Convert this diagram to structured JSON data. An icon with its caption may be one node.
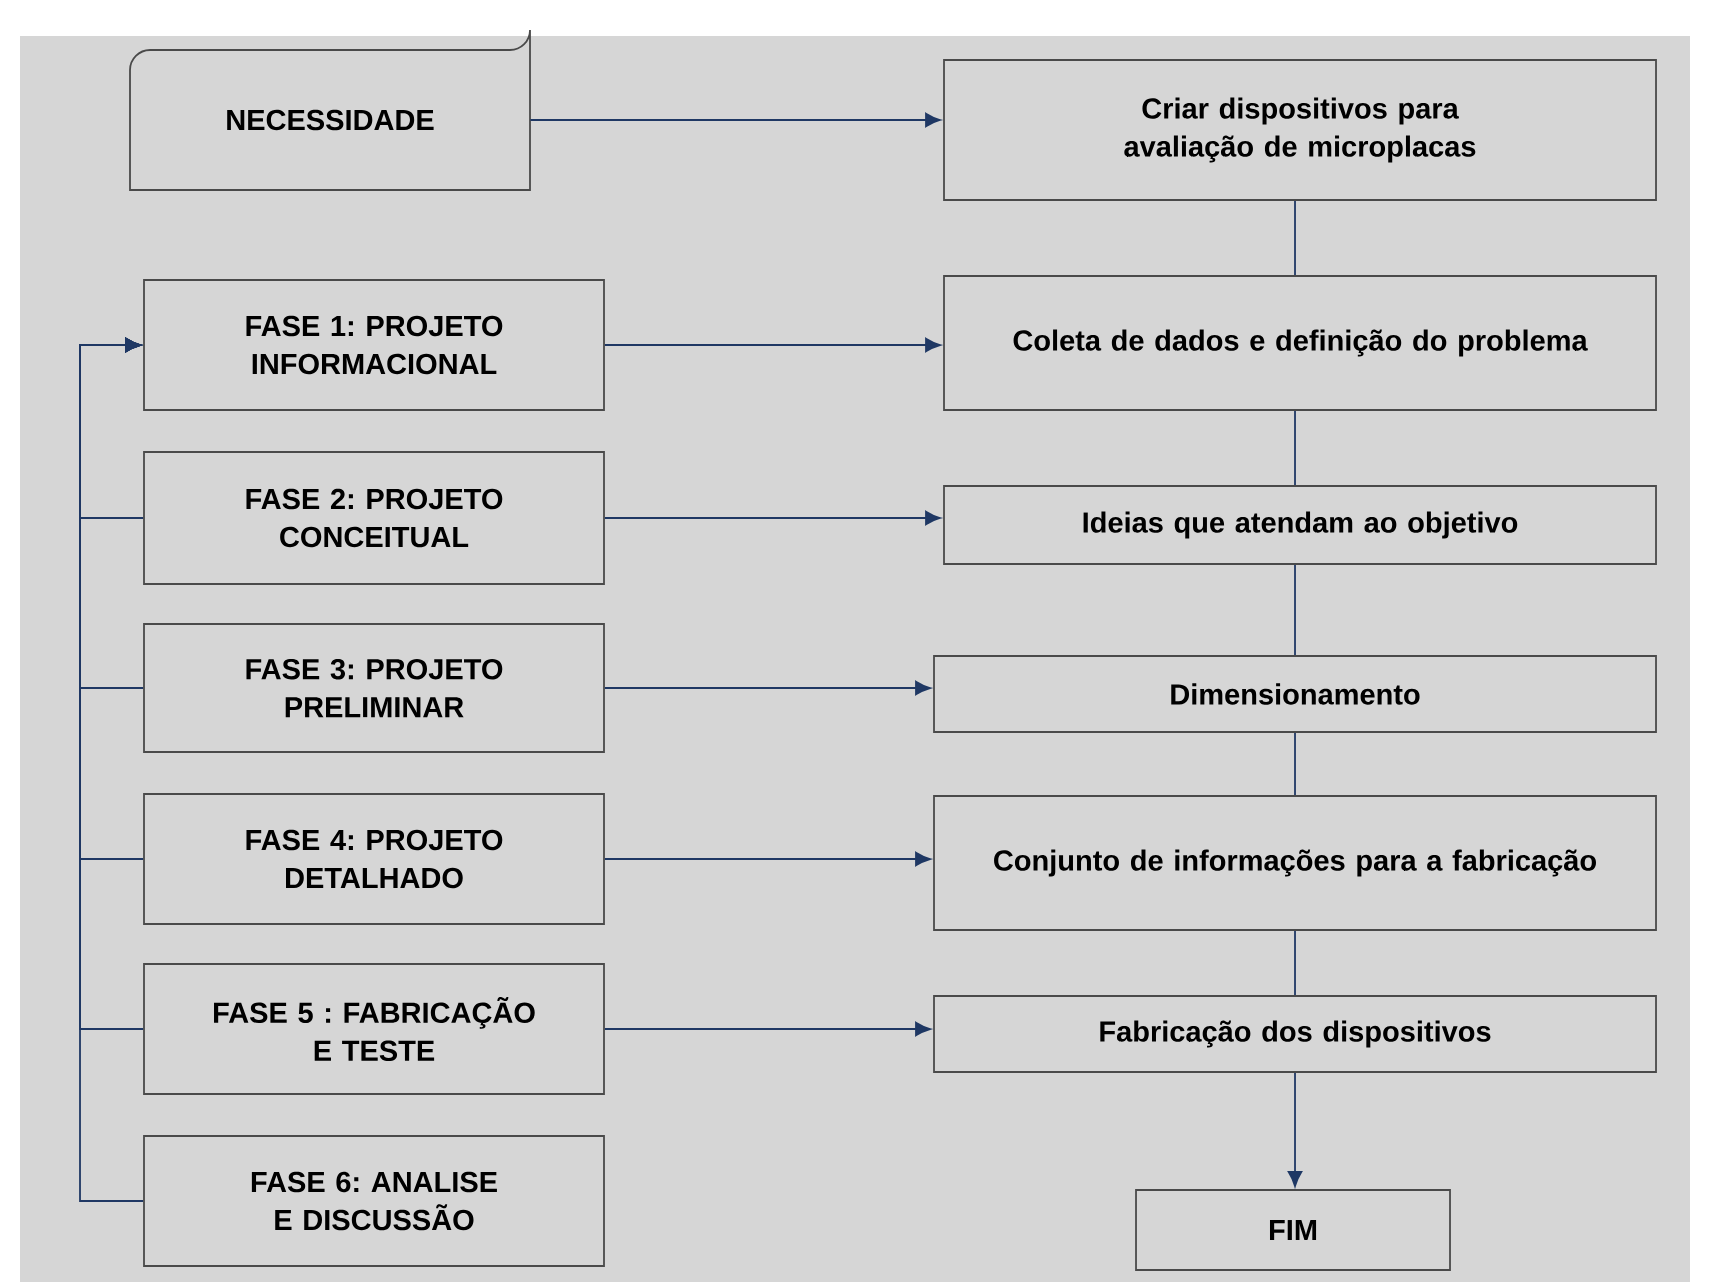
{
  "diagram": {
    "nodes": [
      {
        "text": [
          "NECESSIDADE"
        ]
      },
      {
        "text": [
          "Criar dispositivos para avaliação de microplacas"
        ]
      },
      {
        "text": [
          "FASE 1: PROJETO INFORMACIONAL"
        ]
      },
      {
        "text": [
          "Coleta de dados e definição do problema"
        ]
      },
      {
        "text": [
          "FASE 2: PROJETO CONCEITUAL"
        ]
      },
      {
        "text": [
          "Ideias que atendam ao objetivo"
        ]
      },
      {
        "text": [
          "FASE 3: PROJETO PRELIMINAR"
        ]
      },
      {
        "text": [
          "Dimensionamento"
        ]
      },
      {
        "text": [
          "FASE 4: PROJETO DETALHADO"
        ]
      },
      {
        "text": [
          "Conjunto de informações para a fabricação"
        ]
      },
      {
        "text": [
          "FASE 5 : FABRICAÇÃO E TESTE"
        ]
      },
      {
        "text": [
          "Fabricação dos dispositivos"
        ]
      },
      {
        "text": [
          "FASE 6: ANALISE E DISCUSSÃO"
        ]
      },
      {
        "text": [
          "FIM"
        ]
      }
    ],
    "edges": [
      {
        "from": 0,
        "to": 1,
        "arrow": "to"
      },
      {
        "from": 2,
        "to": 3,
        "arrow": "to"
      },
      {
        "from": 4,
        "to": 5,
        "arrow": "to"
      },
      {
        "from": 6,
        "to": 7,
        "arrow": "to"
      },
      {
        "from": 8,
        "to": 9,
        "arrow": "to"
      },
      {
        "from": 10,
        "to": 11,
        "arrow": "to"
      },
      {
        "from": 1,
        "to": 3,
        "arrow": "none"
      },
      {
        "from": 3,
        "to": 5,
        "arrow": "none"
      },
      {
        "from": 5,
        "to": 7,
        "arrow": "none"
      },
      {
        "from": 7,
        "to": 9,
        "arrow": "none"
      },
      {
        "from": 9,
        "to": 11,
        "arrow": "none"
      },
      {
        "from": 11,
        "to": 13,
        "arrow": "to"
      },
      {
        "from": 4,
        "to": 2,
        "arrow": "to"
      },
      {
        "from": 6,
        "to": 2,
        "arrow": "to"
      },
      {
        "from": 8,
        "to": 2,
        "arrow": "to"
      },
      {
        "from": 10,
        "to": 2,
        "arrow": "to"
      },
      {
        "from": 12,
        "to": 2,
        "arrow": "to"
      }
    ]
  }
}
